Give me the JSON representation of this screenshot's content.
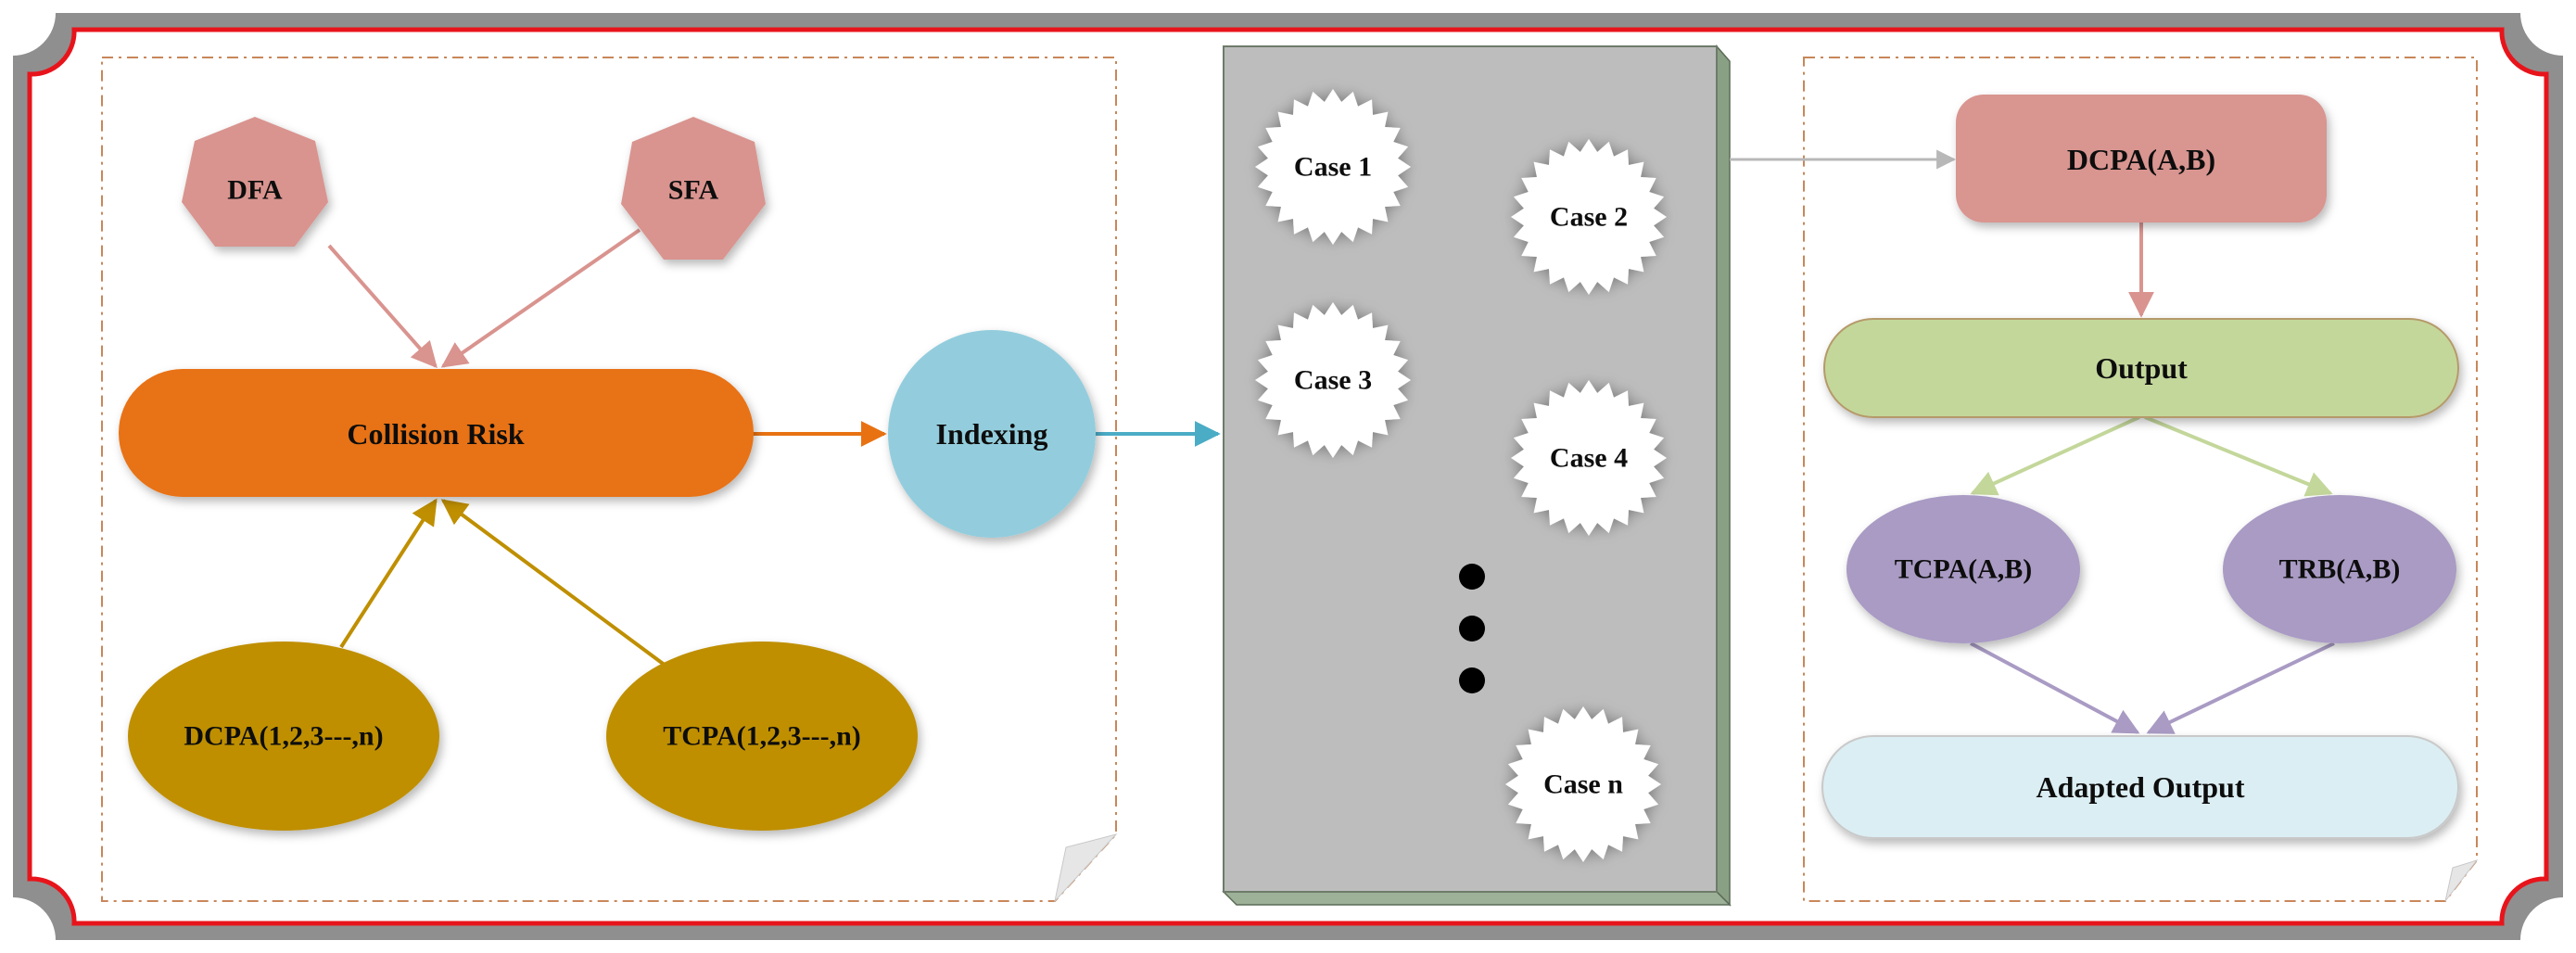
{
  "diagram": {
    "left_panel": {
      "nodes": {
        "dfa": "DFA",
        "sfa": "SFA",
        "collision_risk": "Collision Risk",
        "dcpa_series": "DCPA(1,2,3---,n)",
        "tcpa_series": "TCPA(1,2,3---,n)"
      }
    },
    "indexing": "Indexing",
    "case_base": {
      "cases": [
        "Case 1",
        "Case 2",
        "Case 3",
        "Case 4",
        "Case n"
      ]
    },
    "right_panel": {
      "nodes": {
        "dcpa_ab": "DCPA(A,B)",
        "output": "Output",
        "tcpa_ab": "TCPA(A,B)",
        "trb_ab": "TRB(A,B)",
        "adapted_output": "Adapted Output"
      }
    },
    "colors": {
      "frame_red": "#e8141b",
      "frame_gray": "#8f8f8f",
      "panel_border": "#c8875a",
      "hexagon_pink": "#d9948f",
      "collision_orange": "#e87212",
      "ellipse_gold": "#bf8f00",
      "indexing_blue": "#93cddd",
      "casebase_gray": "#bdbdbd",
      "dcpa_box": "#d99590",
      "output_green": "#c4d79b",
      "purple_ellipse": "#a99bc4",
      "adapted_blue": "#dbeef3"
    }
  }
}
